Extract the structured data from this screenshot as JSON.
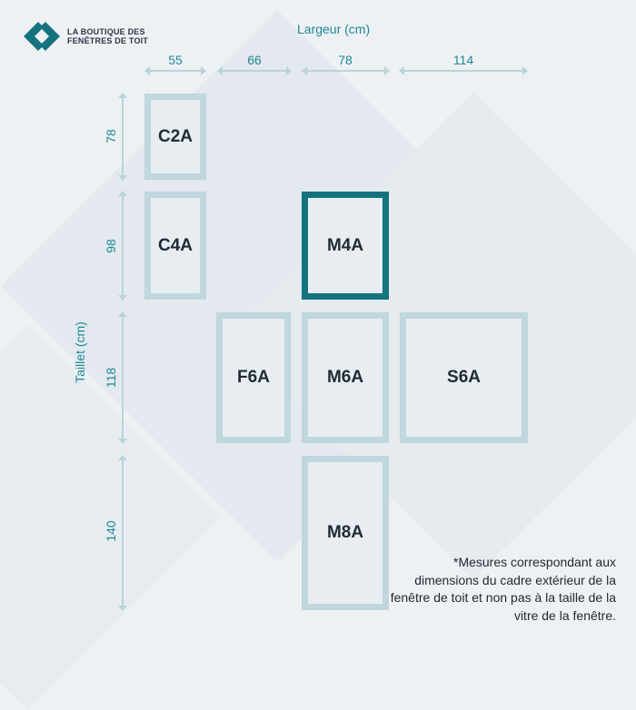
{
  "brand": {
    "line1": "LA BOUTIQUE DES",
    "line2": "FENÊTRES DE TOIT",
    "logo_icon": "diamond-logo-icon",
    "colors": {
      "teal": "#13737f",
      "light_teal": "#bfd7dd",
      "text_teal": "#1d8896"
    }
  },
  "axes": {
    "width_title": "Largeur (cm)",
    "height_title": "Taillet (cm)"
  },
  "widths": [
    "55",
    "66",
    "78",
    "114"
  ],
  "heights": [
    "78",
    "98",
    "118",
    "140"
  ],
  "windows": [
    {
      "code": "C2A",
      "highlighted": false
    },
    {
      "code": "C4A",
      "highlighted": false
    },
    {
      "code": "M4A",
      "highlighted": true
    },
    {
      "code": "F6A",
      "highlighted": false
    },
    {
      "code": "M6A",
      "highlighted": false
    },
    {
      "code": "S6A",
      "highlighted": false
    },
    {
      "code": "M8A",
      "highlighted": false
    }
  ],
  "footnote": "*Mesures correspondant aux dimensions du cadre extérieur de la fenêtre de toit et non pas à la taille de la vitre de la fenêtre."
}
